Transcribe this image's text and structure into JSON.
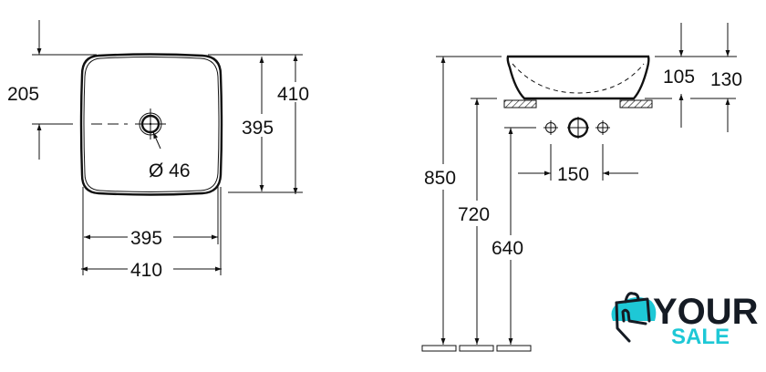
{
  "top_view": {
    "offset_label": "205",
    "inner_depth_label": "395",
    "outer_depth_label": "410",
    "inner_width_label": "395",
    "outer_width_label": "410",
    "drain_label": "Ø 46"
  },
  "side_view": {
    "height_850_label": "850",
    "height_720_label": "720",
    "height_640_label": "640",
    "tap_spacing_label": "150",
    "bowl_height_label": "105",
    "total_height_label": "130"
  },
  "logo": {
    "line1": "YOUR",
    "line2": "SALE",
    "accent_color": "#1ec8d6",
    "dark_color": "#151b24"
  }
}
